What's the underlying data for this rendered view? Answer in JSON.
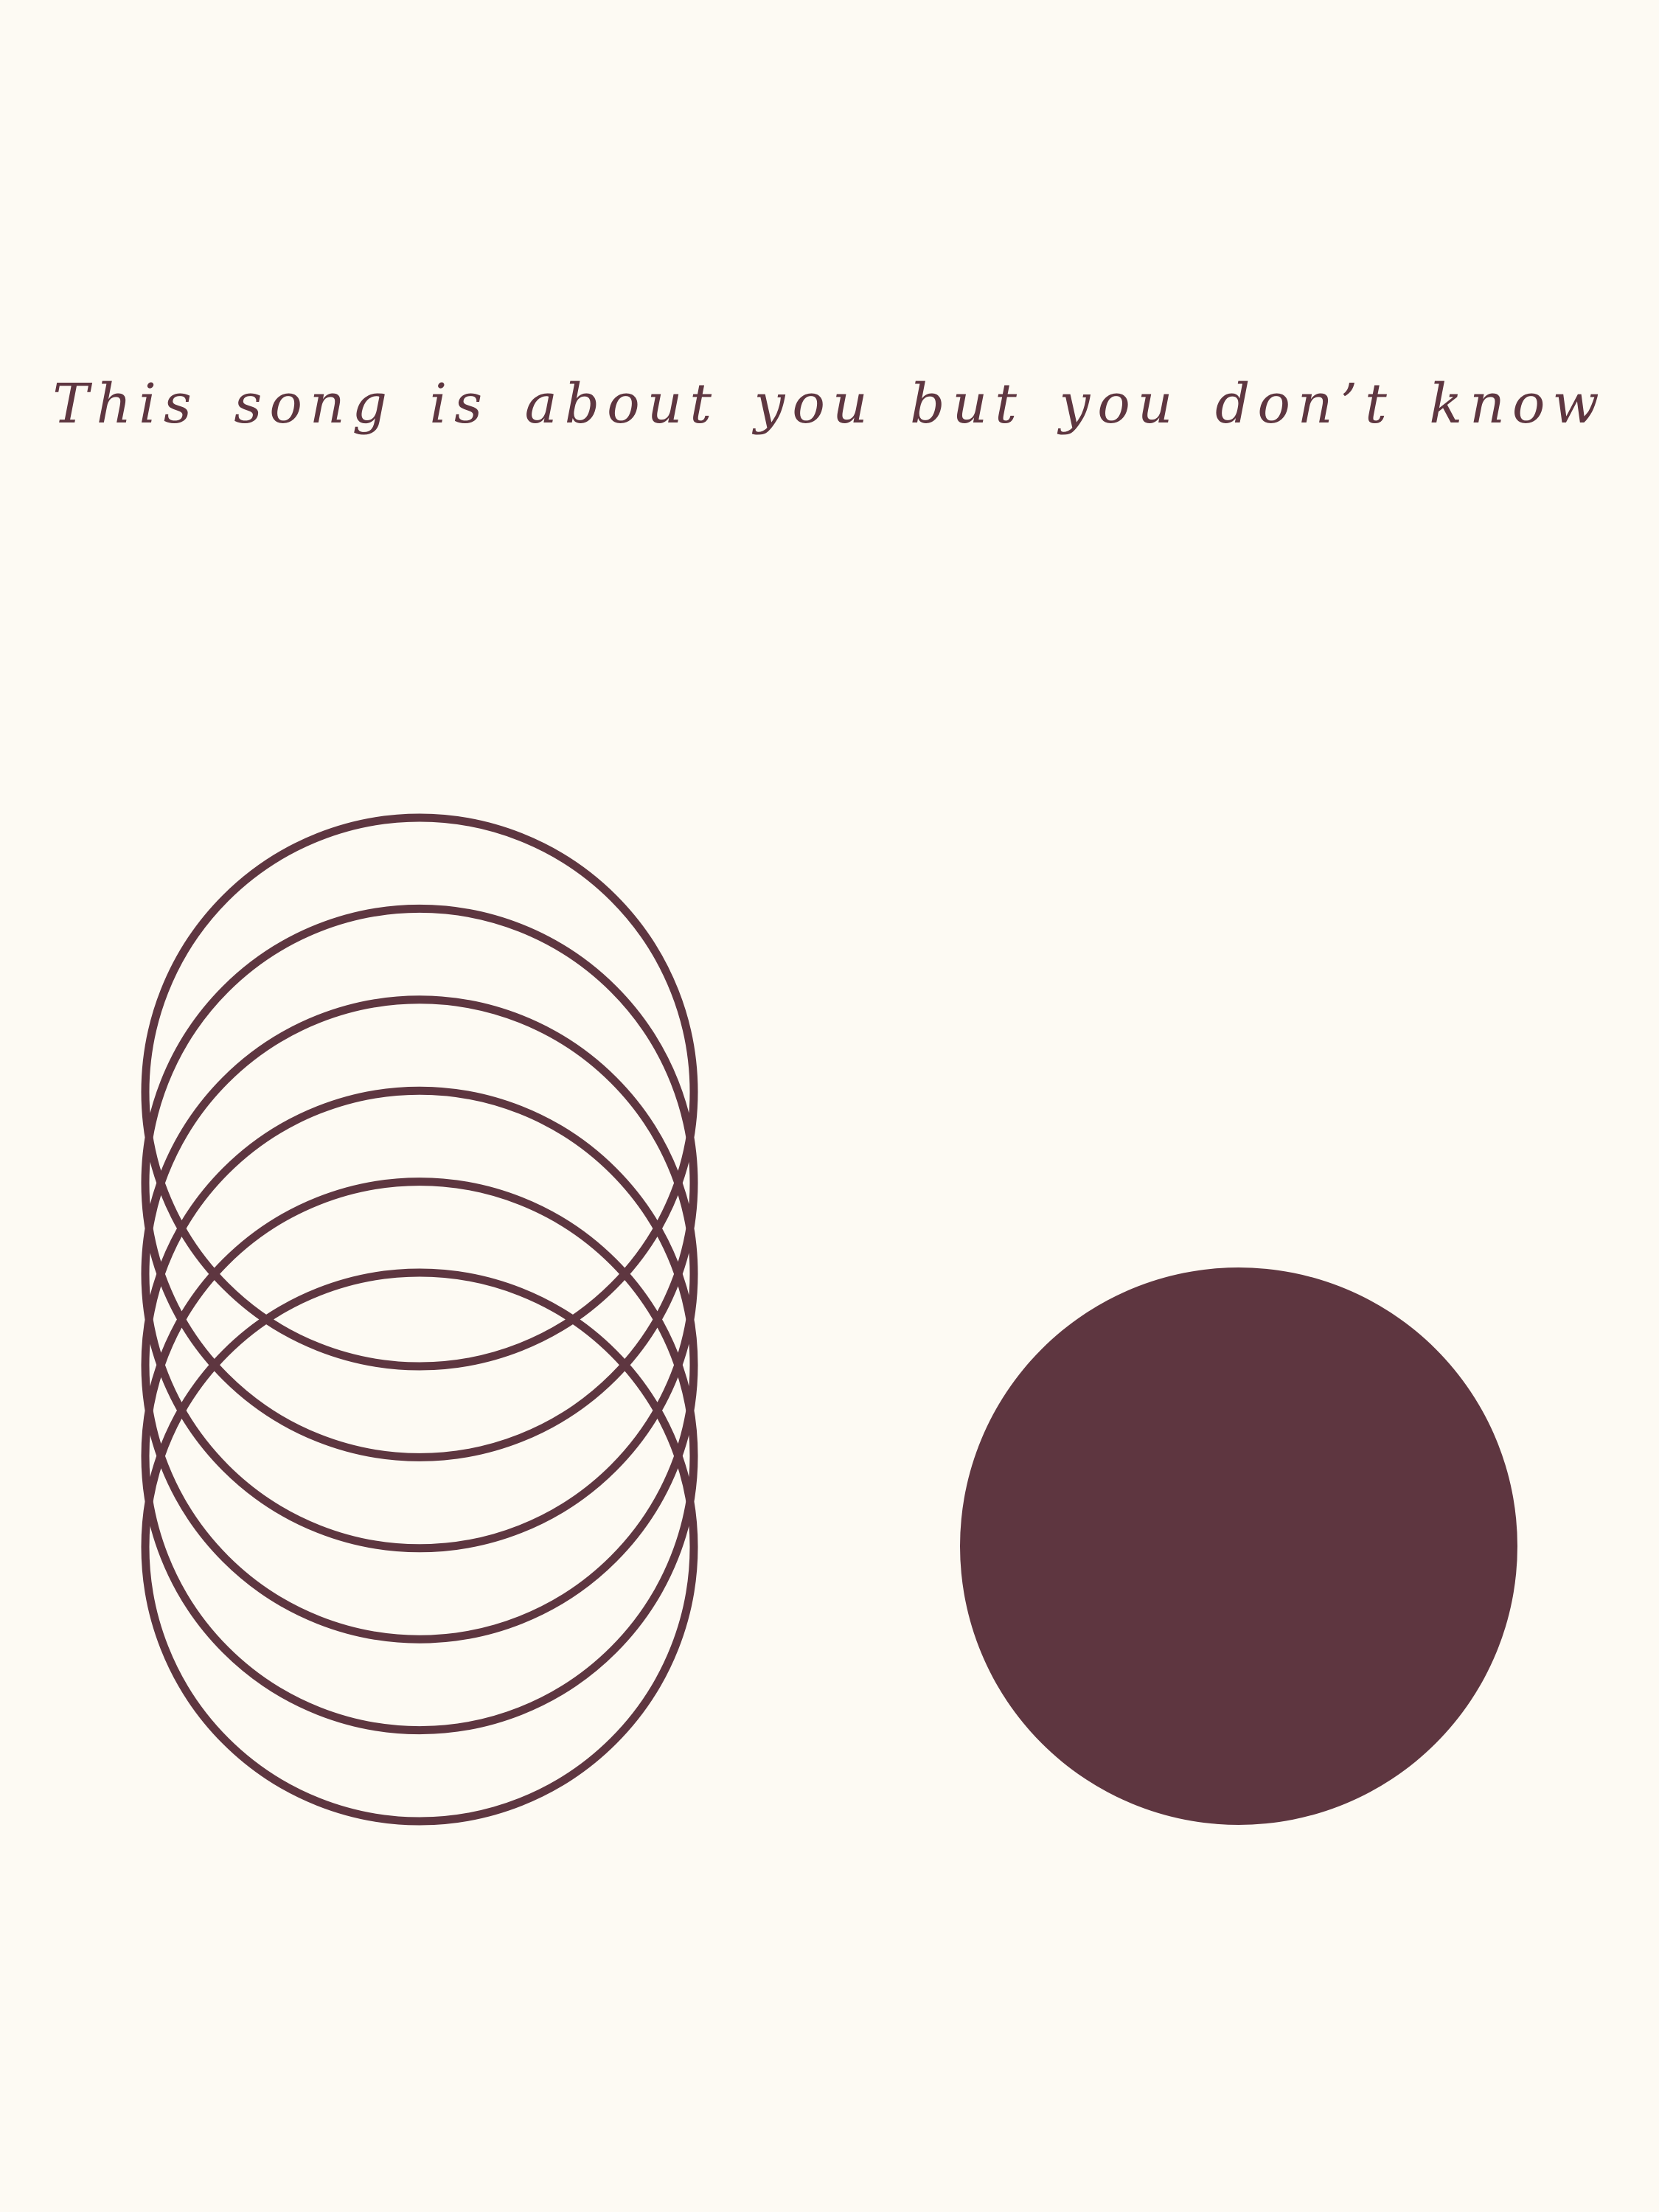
{
  "poster": {
    "tagline": "This song is about you but you don’t know",
    "colors": {
      "background": "#fdfaf3",
      "ink": "#5e3640"
    },
    "artwork": {
      "stacked_rings_count": 6,
      "stacked_rings_icon": "concentric-ring-stack",
      "solid_disc_icon": "filled-circle"
    }
  }
}
